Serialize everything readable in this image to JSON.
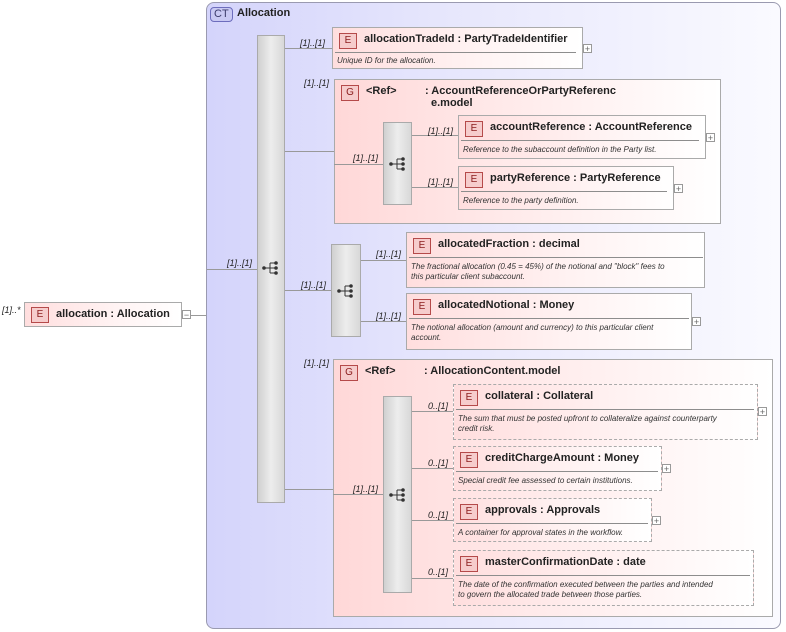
{
  "root": {
    "cardinality": "[1]..*",
    "badge": "E",
    "name": "allocation",
    "type": "Allocation"
  },
  "complex_type": {
    "badge": "CT",
    "name": "Allocation"
  },
  "elements": {
    "allocationTradeId": {
      "card": "[1]..[1]",
      "badge": "E",
      "title": "allocationTradeId : PartyTradeIdentifier",
      "desc": "Unique ID for the allocation."
    },
    "accountReference": {
      "card": "[1]..[1]",
      "badge": "E",
      "title": "accountReference : AccountReference",
      "desc": "Reference to the subaccount definition in the Party list."
    },
    "partyReference": {
      "card": "[1]..[1]",
      "badge": "E",
      "title": "partyReference : PartyReference",
      "desc": "Reference to the party definition."
    },
    "allocatedFraction": {
      "card": "[1]..[1]",
      "badge": "E",
      "title": "allocatedFraction : decimal",
      "desc1": "The fractional allocation (0.45 = 45%) of the notional and \"block\" fees to",
      "desc2": "this particular client subaccount."
    },
    "allocatedNotional": {
      "card": "[1]..[1]",
      "badge": "E",
      "title": "allocatedNotional : Money",
      "desc1": "The notional allocation (amount and currency) to this particular client",
      "desc2": "account."
    },
    "collateral": {
      "card": "0..[1]",
      "badge": "E",
      "title": "collateral : Collateral",
      "desc1": "The sum that must be posted upfront to collateralize against counterparty",
      "desc2": "credit risk."
    },
    "creditChargeAmount": {
      "card": "0..[1]",
      "badge": "E",
      "title": "creditChargeAmount : Money",
      "desc": "Special credit fee assessed to certain institutions."
    },
    "approvals": {
      "card": "0..[1]",
      "badge": "E",
      "title": "approvals : Approvals",
      "desc": "A container for approval states in the workflow."
    },
    "masterConfirmationDate": {
      "card": "0..[1]",
      "badge": "E",
      "title": "masterConfirmationDate : date",
      "desc1": "The date of the confirmation executed between the parties and intended",
      "desc2": "to govern the allocated trade between those parties."
    }
  },
  "groups": {
    "accountRef": {
      "card": "[1]..[1]",
      "badge": "G",
      "ref": "<Ref>",
      "title1": ": AccountReferenceOrPartyReferenc",
      "title2": "e.model",
      "inner_card": "[1]..[1]"
    },
    "choice": {
      "card": "[1]..[1]",
      "outer_card": "[1]..[1]"
    },
    "allocContent": {
      "card": "[1]..[1]",
      "badge": "G",
      "ref": "<Ref>",
      "title": ": AllocationContent.model",
      "inner_card": "[1]..[1]"
    }
  },
  "main_sequence_card": "[1]..[1]",
  "icons": {
    "expand": "plus-icon",
    "collapse": "minus-icon",
    "sequence": "sequence-icon",
    "choice": "choice-icon"
  }
}
